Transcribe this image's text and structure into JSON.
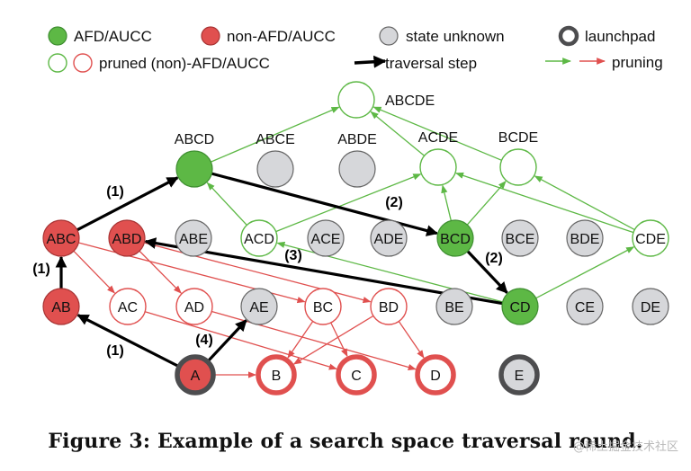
{
  "colors": {
    "afd": "#5db845",
    "afd_stroke": "#3e8e30",
    "non_afd": "#e0504f",
    "non_afd_stroke": "#a83434",
    "unknown": "#d6d7da",
    "unknown_stroke": "#666666",
    "launchpad_ring": "#4d4d4f",
    "pruned_green": "#5db845",
    "pruned_red": "#e0504f",
    "traversal": "#000000"
  },
  "legend": {
    "afd": "AFD/AUCC",
    "non_afd": "non-AFD/AUCC",
    "unknown": "state unknown",
    "launchpad": "launchpad",
    "pruned": "pruned (non)-AFD/AUCC",
    "traversal": "traversal step",
    "pruning": "pruning"
  },
  "nodes": [
    {
      "id": "ABCDE",
      "label": "ABCDE",
      "state": "pruned-afd",
      "label_pos": "right"
    },
    {
      "id": "ABCD",
      "label": "ABCD",
      "state": "afd",
      "label_pos": "above"
    },
    {
      "id": "ABCE",
      "label": "ABCE",
      "state": "unknown",
      "label_pos": "above"
    },
    {
      "id": "ABDE",
      "label": "ABDE",
      "state": "unknown",
      "label_pos": "above"
    },
    {
      "id": "ACDE",
      "label": "ACDE",
      "state": "pruned-afd",
      "label_pos": "above"
    },
    {
      "id": "BCDE",
      "label": "BCDE",
      "state": "pruned-afd",
      "label_pos": "above"
    },
    {
      "id": "ABC",
      "label": "ABC",
      "state": "non-afd",
      "label_pos": "center"
    },
    {
      "id": "ABD",
      "label": "ABD",
      "state": "non-afd",
      "label_pos": "center"
    },
    {
      "id": "ABE",
      "label": "ABE",
      "state": "unknown",
      "label_pos": "center"
    },
    {
      "id": "ACD",
      "label": "ACD",
      "state": "pruned-afd",
      "label_pos": "center"
    },
    {
      "id": "ACE",
      "label": "ACE",
      "state": "unknown",
      "label_pos": "center"
    },
    {
      "id": "ADE",
      "label": "ADE",
      "state": "unknown",
      "label_pos": "center"
    },
    {
      "id": "BCD",
      "label": "BCD",
      "state": "afd",
      "label_pos": "center"
    },
    {
      "id": "BCE",
      "label": "BCE",
      "state": "unknown",
      "label_pos": "center"
    },
    {
      "id": "BDE",
      "label": "BDE",
      "state": "unknown",
      "label_pos": "center"
    },
    {
      "id": "CDE",
      "label": "CDE",
      "state": "pruned-afd",
      "label_pos": "center"
    },
    {
      "id": "AB",
      "label": "AB",
      "state": "non-afd",
      "label_pos": "center"
    },
    {
      "id": "AC",
      "label": "AC",
      "state": "pruned-non-afd",
      "label_pos": "center"
    },
    {
      "id": "AD",
      "label": "AD",
      "state": "pruned-non-afd",
      "label_pos": "center"
    },
    {
      "id": "AE",
      "label": "AE",
      "state": "unknown",
      "label_pos": "center"
    },
    {
      "id": "BC",
      "label": "BC",
      "state": "pruned-non-afd",
      "label_pos": "center"
    },
    {
      "id": "BD",
      "label": "BD",
      "state": "pruned-non-afd",
      "label_pos": "center"
    },
    {
      "id": "BE",
      "label": "BE",
      "state": "unknown",
      "label_pos": "center"
    },
    {
      "id": "CD",
      "label": "CD",
      "state": "afd",
      "label_pos": "center"
    },
    {
      "id": "CE",
      "label": "CE",
      "state": "unknown",
      "label_pos": "center"
    },
    {
      "id": "DE",
      "label": "DE",
      "state": "unknown",
      "label_pos": "center"
    },
    {
      "id": "A",
      "label": "A",
      "state": "non-afd-launchpad",
      "label_pos": "center"
    },
    {
      "id": "B",
      "label": "B",
      "state": "pruned-non-afd-launchpad",
      "label_pos": "center"
    },
    {
      "id": "C",
      "label": "C",
      "state": "pruned-non-afd-launchpad",
      "label_pos": "center"
    },
    {
      "id": "D",
      "label": "D",
      "state": "pruned-non-afd-launchpad",
      "label_pos": "center"
    },
    {
      "id": "E",
      "label": "E",
      "state": "unknown-launchpad",
      "label_pos": "center"
    }
  ],
  "pruning_green": [
    [
      "ABCD",
      "ABCDE"
    ],
    [
      "ACDE",
      "ABCDE"
    ],
    [
      "BCDE",
      "ABCDE"
    ],
    [
      "ACD",
      "ABCD"
    ],
    [
      "ACD",
      "ACDE"
    ],
    [
      "BCD",
      "ACDE"
    ],
    [
      "BCD",
      "BCDE"
    ],
    [
      "CDE",
      "ACDE"
    ],
    [
      "CDE",
      "BCDE"
    ],
    [
      "CD",
      "ACD"
    ],
    [
      "CD",
      "CDE"
    ]
  ],
  "pruning_red": [
    [
      "ABC",
      "AC"
    ],
    [
      "ABC",
      "BC"
    ],
    [
      "ABD",
      "AD"
    ],
    [
      "ABD",
      "BD"
    ],
    [
      "AC",
      "C"
    ],
    [
      "AD",
      "D"
    ],
    [
      "BC",
      "B"
    ],
    [
      "BC",
      "C"
    ],
    [
      "BD",
      "B"
    ],
    [
      "BD",
      "D"
    ],
    [
      "A",
      "B"
    ]
  ],
  "traversal": [
    {
      "from": "A",
      "to": "AB",
      "label": "(1)"
    },
    {
      "from": "AB",
      "to": "ABC",
      "label": "(1)"
    },
    {
      "from": "ABC",
      "to": "ABCD",
      "label": "(1)"
    },
    {
      "from": "ABCD",
      "to": "BCD",
      "label": "(2)"
    },
    {
      "from": "BCD",
      "to": "CD",
      "label": "(2)"
    },
    {
      "from": "CD",
      "to": "ABD",
      "label": "(3)"
    },
    {
      "from": "A",
      "to": "AE",
      "label": "(4)"
    }
  ],
  "caption": "Figure 3: Example of a search space traversal round.",
  "watermark": "@稀土掘金技术社区"
}
